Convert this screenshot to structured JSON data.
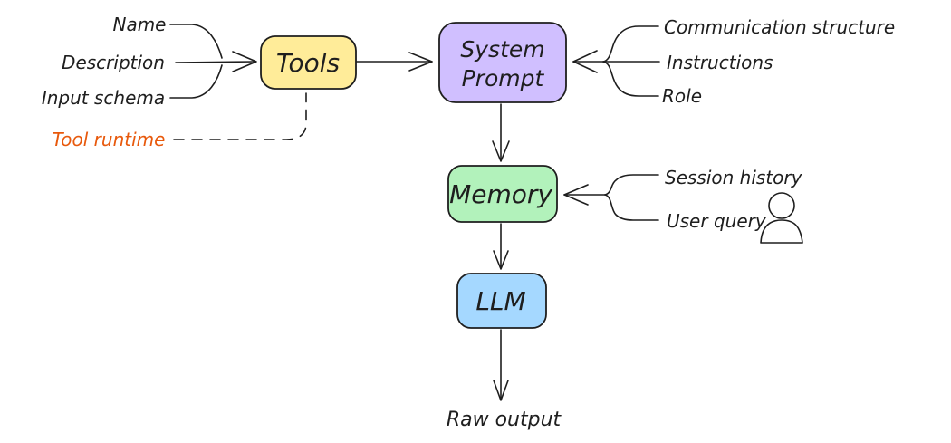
{
  "canvas": {
    "background": "#ffffff",
    "stroke_color": "#1e1e1e"
  },
  "boxes": {
    "tools": {
      "label": "Tools",
      "fill": "#ffec99"
    },
    "system_prompt": {
      "lines": [
        "System",
        "Prompt"
      ],
      "fill": "#d0bfff"
    },
    "memory": {
      "label": "Memory",
      "fill": "#b2f2bb"
    },
    "llm": {
      "label": "LLM",
      "fill": "#a5d8ff"
    }
  },
  "tool_attributes": {
    "name": "Name",
    "description": "Description",
    "input_schema": "Input schema"
  },
  "tool_runtime": {
    "label": "Tool runtime",
    "color": "#e8590c"
  },
  "system_prompt_attributes": {
    "communication_structure": "Communication structure",
    "instructions": "Instructions",
    "role": "Role"
  },
  "memory_attributes": {
    "session_history": "Session history",
    "user_query": "User query"
  },
  "output_label": "Raw output"
}
